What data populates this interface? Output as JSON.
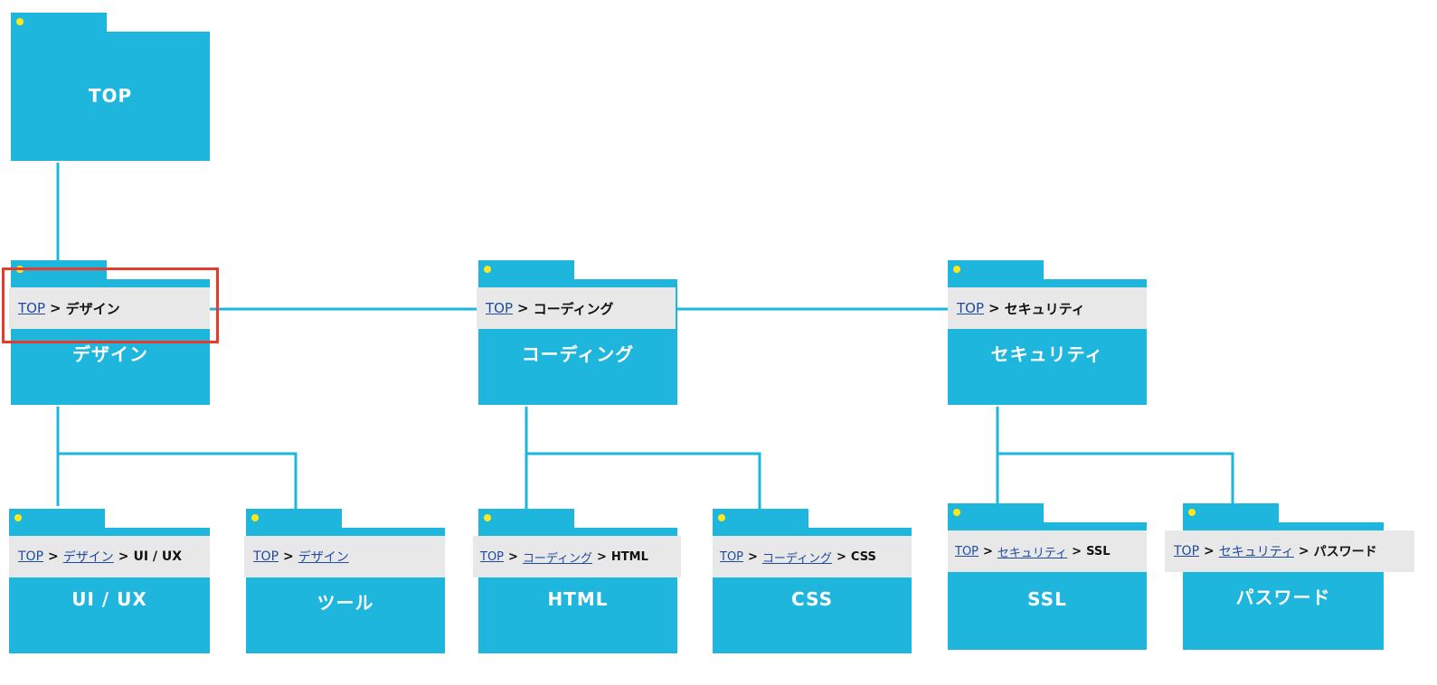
{
  "colors": {
    "node_blue": "#1eb6dd",
    "dot_yellow": "#ffe81a",
    "link": "#1f4aa0",
    "breadcrumb_bg": "#e8e8e8",
    "highlight": "#e53b2c"
  },
  "nodes": {
    "top": {
      "title": "TOP"
    },
    "design": {
      "title": "デザイン",
      "crumb": {
        "top": "TOP",
        "sep1": ">",
        "current": "デザイン"
      }
    },
    "coding": {
      "title": "コーディング",
      "crumb": {
        "top": "TOP",
        "sep1": ">",
        "current": "コーディング"
      }
    },
    "security": {
      "title": "セキュリティ",
      "crumb": {
        "top": "TOP",
        "sep1": ">",
        "current": "セキュリティ"
      }
    },
    "uiux": {
      "title": "UI / UX",
      "crumb": {
        "top": "TOP",
        "sep1": ">",
        "parent": "デザイン",
        "sep2": ">",
        "current": "UI / UX"
      }
    },
    "tool": {
      "title": "ツール",
      "crumb": {
        "top": "TOP",
        "sep1": ">",
        "parent": "デザイン"
      }
    },
    "html": {
      "title": "HTML",
      "crumb": {
        "top": "TOP",
        "sep1": ">",
        "parent": "コーディング",
        "sep2": ">",
        "current": "HTML"
      }
    },
    "css": {
      "title": "CSS",
      "crumb": {
        "top": "TOP",
        "sep1": ">",
        "parent": "コーディング",
        "sep2": ">",
        "current": "CSS"
      }
    },
    "ssl": {
      "title": "SSL",
      "crumb": {
        "top": "TOP",
        "sep1": ">",
        "parent": "セキュリティ",
        "sep2": ">",
        "current": "SSL"
      }
    },
    "password": {
      "title": "パスワード",
      "crumb": {
        "top": "TOP",
        "sep1": ">",
        "parent": "セキュリティ",
        "sep2": ">",
        "current": "パスワード"
      }
    }
  }
}
